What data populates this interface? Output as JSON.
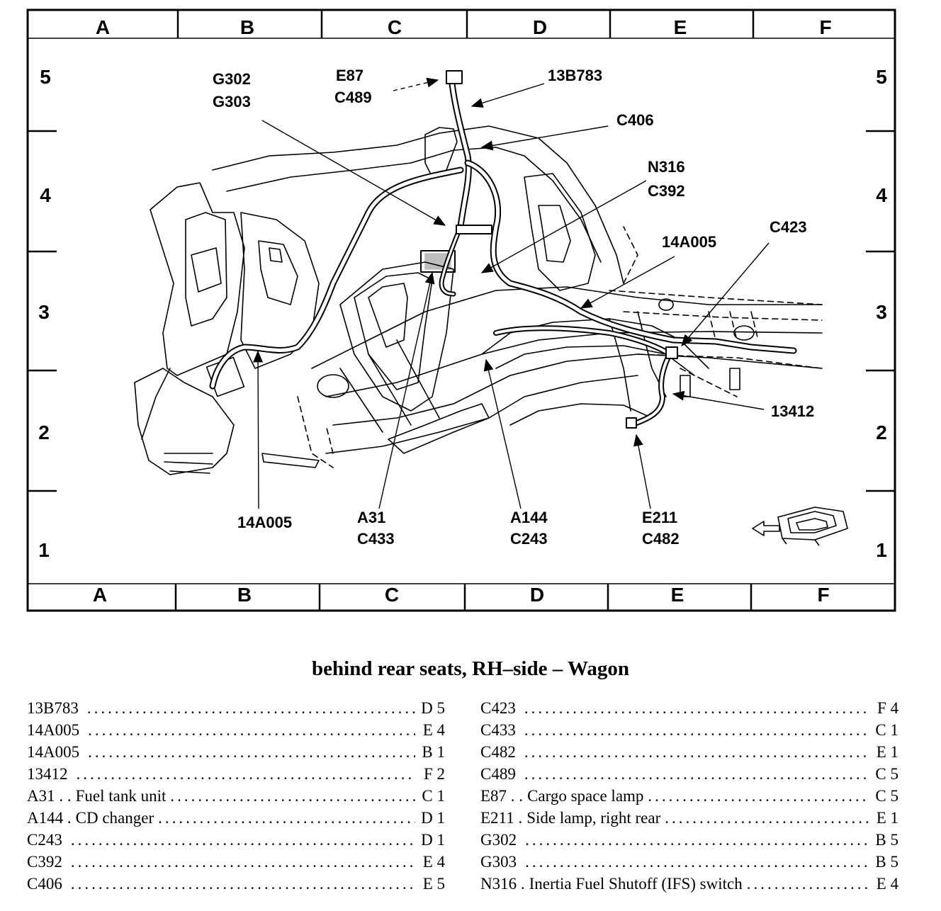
{
  "grid": {
    "columns": [
      "A",
      "B",
      "C",
      "D",
      "E",
      "F"
    ],
    "rows": [
      "5",
      "4",
      "3",
      "2",
      "1"
    ]
  },
  "callouts": {
    "g302": "G302",
    "g303": "G303",
    "e87": "E87",
    "c489": "C489",
    "b13783": "13B783",
    "c406": "C406",
    "n316": "N316",
    "c392": "C392",
    "c423": "C423",
    "a14005_top": "14A005",
    "a13412": "13412",
    "a14005_bottom": "14A005",
    "a31": "A31",
    "c433": "C433",
    "a144": "A144",
    "c243": "C243",
    "e211": "E211",
    "c482": "C482"
  },
  "caption": "behind rear seats, RH–side – Wagon",
  "legend": {
    "left": [
      {
        "code": "13B783",
        "desc": "",
        "loc": "D 5"
      },
      {
        "code": "14A005",
        "desc": "",
        "loc": "E 4"
      },
      {
        "code": "14A005",
        "desc": "",
        "loc": "B 1"
      },
      {
        "code": "13412",
        "desc": "",
        "loc": "F 2"
      },
      {
        "code": "A31 . .",
        "desc": "Fuel tank unit",
        "loc": "C 1"
      },
      {
        "code": "A144 .",
        "desc": "CD changer",
        "loc": "D 1"
      },
      {
        "code": "C243",
        "desc": "",
        "loc": "D 1"
      },
      {
        "code": "C392",
        "desc": "",
        "loc": "E 4"
      },
      {
        "code": "C406",
        "desc": "",
        "loc": "E 5"
      }
    ],
    "right": [
      {
        "code": "C423",
        "desc": "",
        "loc": "F 4"
      },
      {
        "code": "C433",
        "desc": "",
        "loc": "C 1"
      },
      {
        "code": "C482",
        "desc": "",
        "loc": "E 1"
      },
      {
        "code": "C489",
        "desc": "",
        "loc": "C 5"
      },
      {
        "code": "E87 . .",
        "desc": "Cargo space lamp",
        "loc": "C 5"
      },
      {
        "code": "E211 .",
        "desc": "Side lamp, right rear",
        "loc": "E 1"
      },
      {
        "code": "G302",
        "desc": "",
        "loc": "B 5"
      },
      {
        "code": "G303",
        "desc": "",
        "loc": "B 5"
      },
      {
        "code": "N316 .",
        "desc": "Inertia Fuel Shutoff (IFS) switch",
        "loc": "E 4"
      }
    ]
  }
}
